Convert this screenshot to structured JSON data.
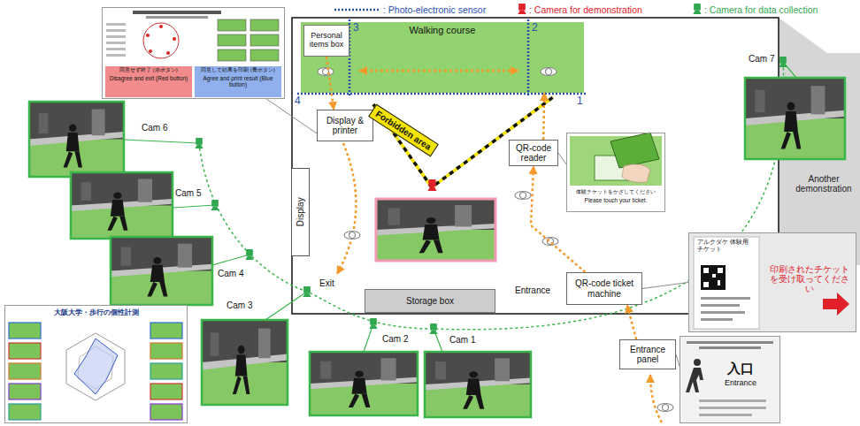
{
  "diagram": {
    "nodes": [
      {
        "text": [
          "Walking course"
        ]
      },
      {
        "text": [
          "Personal items box"
        ],
        "in": 0
      },
      {
        "text": [
          "同意せず終了 (赤ボタン)",
          "Disagree and exit (Red button)",
          "同意して結果を印刷 (青ボタン)",
          "Agree and print result (Blue button)"
        ]
      },
      {
        "text": [
          "Display & printer"
        ]
      },
      {
        "text": [
          "Forbidden area"
        ]
      },
      {
        "text": [
          "QR-code reader"
        ]
      },
      {
        "text": [
          "体験チケットをかざしてください",
          "Please touch your ticket."
        ]
      },
      {
        "text": [
          "Display"
        ]
      },
      {
        "text": [
          "Another demonstration"
        ]
      },
      {
        "text": [
          "Storage box"
        ]
      },
      {
        "text": [
          "QR-code ticket machine"
        ]
      },
      {
        "text": [
          "アルクダケ 体験用チケット",
          "印刷されたチケットを受け取ってください"
        ]
      },
      {
        "text": [
          "Entrance panel"
        ]
      },
      {
        "text": [
          "入口",
          "Entrance"
        ]
      },
      {
        "text": [
          "大阪大学・歩行の個性計測"
        ]
      }
    ],
    "edges": [
      {
        "from": 2,
        "to": 3,
        "arrow": "none"
      },
      {
        "from": 1,
        "to": 3,
        "arrow": "to"
      },
      {
        "from": 5,
        "to": 6,
        "arrow": "none"
      },
      {
        "from": 12,
        "to": 10,
        "arrow": "to"
      },
      {
        "from": 10,
        "to": 5,
        "arrow": "to"
      },
      {
        "from": 5,
        "to": 0,
        "arrow": "to"
      },
      {
        "from": 10,
        "to": 11,
        "arrow": "none"
      },
      {
        "from": 12,
        "to": 13,
        "arrow": "none"
      }
    ],
    "labels": [
      "1",
      "2",
      "3",
      "4",
      "Exit",
      "Entrance",
      "Cam 1",
      "Cam 2",
      "Cam 3",
      "Cam 4",
      "Cam 5",
      "Cam 6",
      "Cam 7"
    ],
    "legend": [
      {
        "text": ": Photo-electronic sensor"
      },
      {
        "text": ": Camera for demonstration"
      },
      {
        "text": ": Camera for data collection"
      }
    ]
  }
}
